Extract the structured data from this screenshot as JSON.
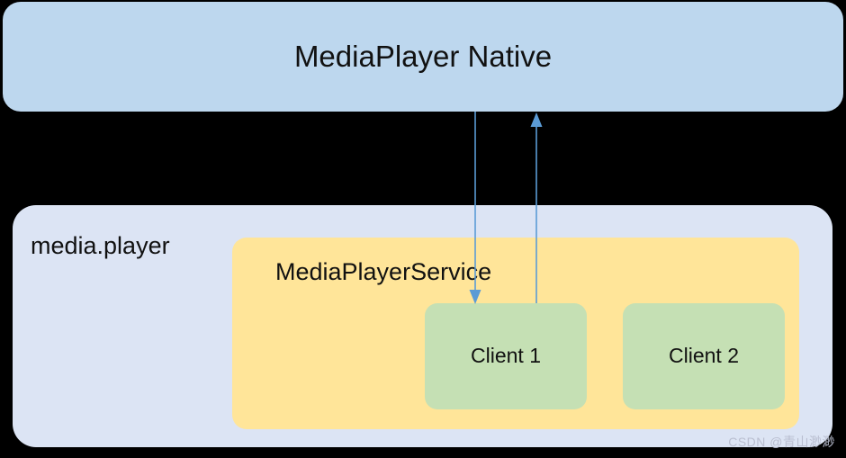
{
  "diagram": {
    "title_block": {
      "label": "MediaPlayer Native",
      "color": "#bdd7ee"
    },
    "container": {
      "label": "media.player",
      "color": "#dce4f4"
    },
    "service": {
      "label": "MediaPlayerService",
      "color": "#ffe599"
    },
    "clients": [
      {
        "label": "Client 1",
        "color": "#c5e0b4"
      },
      {
        "label": "Client 2",
        "color": "#c5e0b4"
      }
    ],
    "connectors": [
      {
        "name": "native-to-client1",
        "direction": "down",
        "from": "MediaPlayer Native",
        "to": "Client 1",
        "color": "#5b9bd5"
      },
      {
        "name": "client1-to-native",
        "direction": "up",
        "from": "Client 1",
        "to": "MediaPlayer Native",
        "color": "#5b9bd5"
      }
    ]
  },
  "watermark": {
    "text": "CSDN @青山渺渺"
  }
}
